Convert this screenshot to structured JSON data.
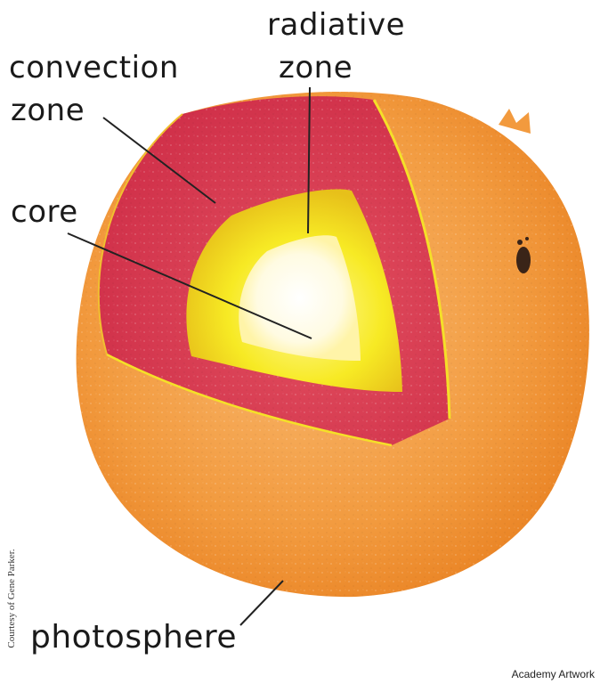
{
  "labels": {
    "radiative_line1": "radiative",
    "radiative_line2": "zone",
    "convection_line1": "convection",
    "convection_line2": "zone",
    "core": "core",
    "photosphere": "photosphere"
  },
  "credit": "Courtesy of Gene Parker.",
  "watermark": "Academy Artwork",
  "colors": {
    "photosphere": "#f39a3c",
    "convection_zone": "#d9344c",
    "radiative_zone": "#f5e81e",
    "core": "#fffdf0"
  }
}
